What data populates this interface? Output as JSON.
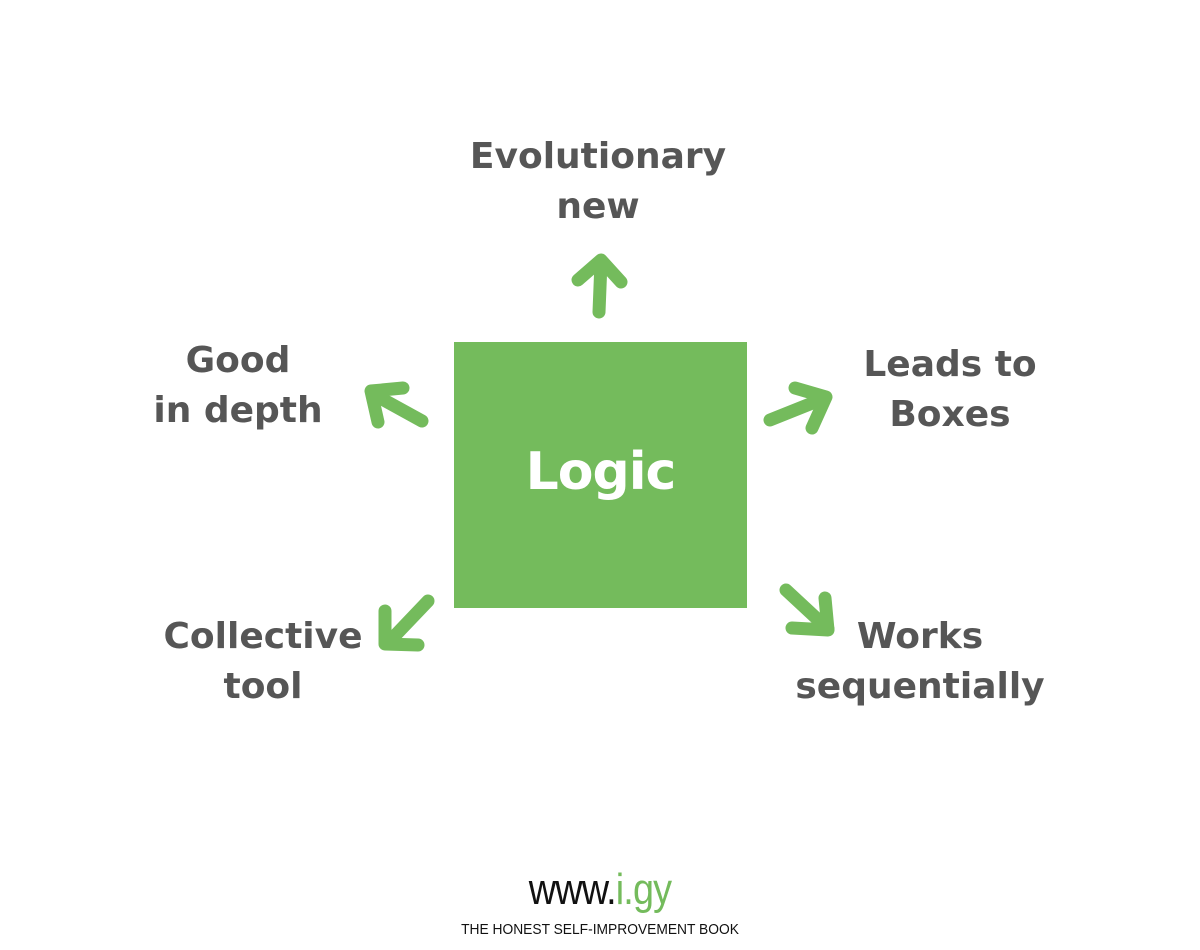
{
  "colors": {
    "accent": "#74bb5c",
    "text": "#565656",
    "footer_text": "#111111"
  },
  "center": {
    "label": "Logic"
  },
  "nodes": {
    "top": {
      "line1": "Evolutionary",
      "line2": "new"
    },
    "left": {
      "line1": "Good",
      "line2": "in depth"
    },
    "right": {
      "line1": "Leads to",
      "line2": "Boxes"
    },
    "bottom_left": {
      "line1": "Collective",
      "line2": "tool"
    },
    "bottom_right": {
      "line1": "Works",
      "line2": "sequentially"
    }
  },
  "footer": {
    "url_prefix": "www.",
    "url_brand": "i.gy",
    "tagline": "THE HONEST SELF-IMPROVEMENT BOOK"
  }
}
